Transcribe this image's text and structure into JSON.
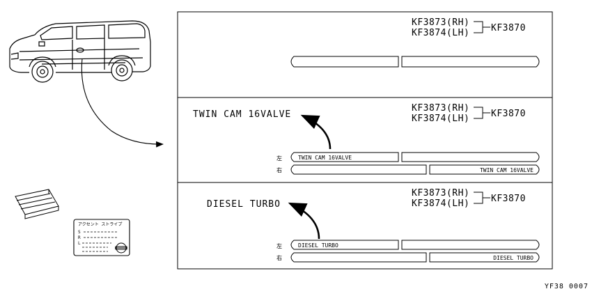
{
  "panels": [
    {
      "part_rh": "KF3873(RH)",
      "part_lh": "KF3874(LH)",
      "assembly": "KF3870",
      "label": "",
      "left_mark": "",
      "right_mark": "",
      "left_text": "",
      "right_text": ""
    },
    {
      "part_rh": "KF3873(RH)",
      "part_lh": "KF3874(LH)",
      "assembly": "KF3870",
      "label": "TWIN CAM 16VALVE",
      "left_mark": "左",
      "right_mark": "右",
      "left_text": "TWIN CAM 16VALVE",
      "right_text": "TWIN CAM 16VALVE"
    },
    {
      "part_rh": "KF3873(RH)",
      "part_lh": "KF3874(LH)",
      "assembly": "KF3870",
      "label": "DIESEL TURBO",
      "left_mark": "左",
      "right_mark": "右",
      "left_text": "DIESEL TURBO",
      "right_text": "DIESEL TURBO"
    }
  ],
  "instruction_card": {
    "title": "アクセント ストライプ",
    "rows": [
      "S",
      "R",
      "L"
    ]
  },
  "figure_code": "YF38 0007"
}
